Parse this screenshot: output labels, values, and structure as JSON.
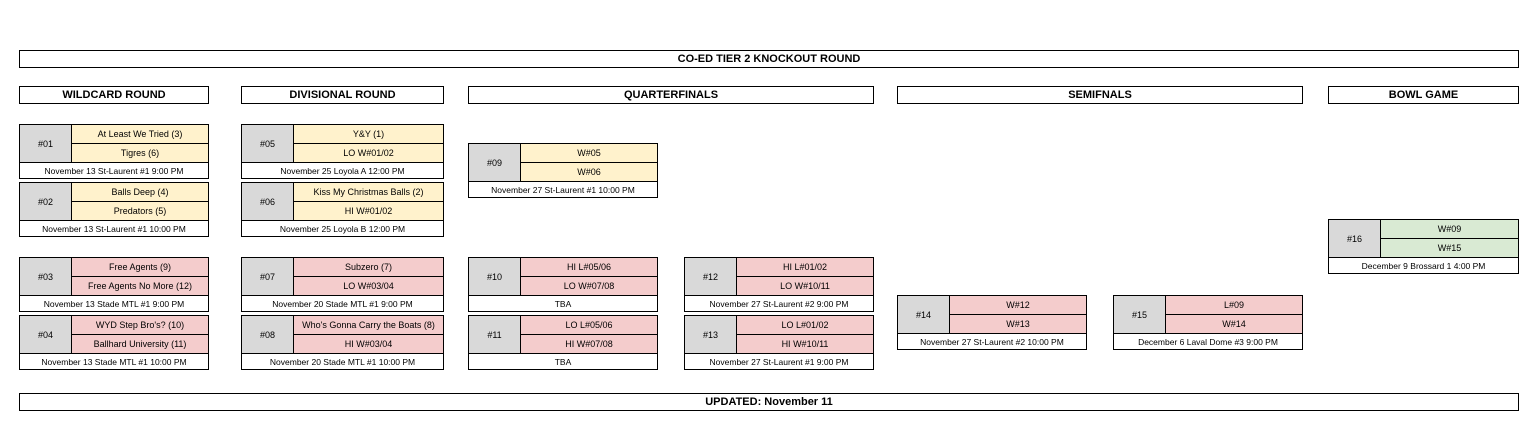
{
  "title": "CO-ED TIER 2 KNOCKOUT ROUND",
  "footer": "UPDATED: November 11",
  "rounds": {
    "wildcard": "WILDCARD ROUND",
    "divisional": "DIVISIONAL ROUND",
    "quarterfinals": "QUARTERFINALS",
    "semifinals": "SEMIFNALS",
    "bowl": "BOWL GAME"
  },
  "games": {
    "g01": {
      "num": "#01",
      "team1": "At Least We Tried (3)",
      "team2": "Tigres (6)",
      "info": "November 13 St-Laurent #1 9:00 PM"
    },
    "g02": {
      "num": "#02",
      "team1": "Balls Deep (4)",
      "team2": "Predators (5)",
      "info": "November 13 St-Laurent #1 10:00 PM"
    },
    "g03": {
      "num": "#03",
      "team1": "Free Agents (9)",
      "team2": "Free Agents No More (12)",
      "info": "November 13 Stade MTL #1 9:00 PM"
    },
    "g04": {
      "num": "#04",
      "team1": "WYD Step Bro's? (10)",
      "team2": "Ballhard University (11)",
      "info": "November 13 Stade MTL #1 10:00 PM"
    },
    "g05": {
      "num": "#05",
      "team1": "Y&Y (1)",
      "team2": "LO W#01/02",
      "info": "November 25 Loyola A 12:00 PM"
    },
    "g06": {
      "num": "#06",
      "team1": "Kiss My Christmas Balls (2)",
      "team2": "HI W#01/02",
      "info": "November 25 Loyola B 12:00 PM"
    },
    "g07": {
      "num": "#07",
      "team1": "Subzero (7)",
      "team2": "LO W#03/04",
      "info": "November 20 Stade MTL #1 9:00 PM"
    },
    "g08": {
      "num": "#08",
      "team1": "Who's Gonna Carry the Boats (8)",
      "team2": "HI W#03/04",
      "info": "November 20 Stade MTL #1 10:00 PM"
    },
    "g09": {
      "num": "#09",
      "team1": "W#05",
      "team2": "W#06",
      "info": "November 27 St-Laurent #1 10:00 PM"
    },
    "g10": {
      "num": "#10",
      "team1": "HI L#05/06",
      "team2": "LO W#07/08",
      "info": "TBA"
    },
    "g11": {
      "num": "#11",
      "team1": "LO L#05/06",
      "team2": "HI W#07/08",
      "info": "TBA"
    },
    "g12": {
      "num": "#12",
      "team1": "HI L#01/02",
      "team2": "LO W#10/11",
      "info": "November 27 St-Laurent #2 9:00 PM"
    },
    "g13": {
      "num": "#13",
      "team1": "LO L#01/02",
      "team2": "HI W#10/11",
      "info": "November 27 St-Laurent #1 9:00 PM"
    },
    "g14": {
      "num": "#14",
      "team1": "W#12",
      "team2": "W#13",
      "info": "November 27 St-Laurent #2 10:00 PM"
    },
    "g15": {
      "num": "#15",
      "team1": "L#09",
      "team2": "W#14",
      "info": "December 6 Laval Dome #3 9:00 PM"
    },
    "g16": {
      "num": "#16",
      "team1": "W#09",
      "team2": "W#15",
      "info": "December 9 Brossard 1 4:00 PM"
    }
  },
  "colors": {
    "yellow": "#fff2cc",
    "red": "#f4cccc",
    "green": "#d9ead3",
    "grey": "#d9d9d9"
  }
}
